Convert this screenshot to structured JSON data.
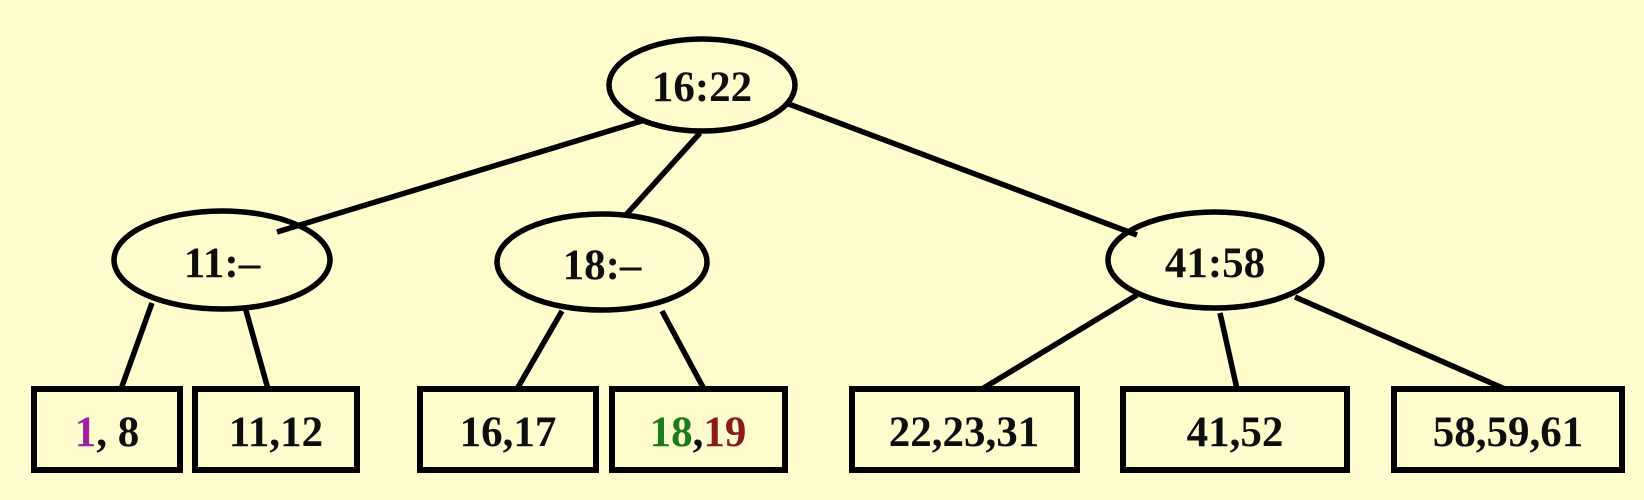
{
  "diagram": {
    "title": "B-tree diagram",
    "background_color": "#FFFCCE",
    "line_color": "#000000"
  },
  "colors": {
    "black": "#0d0d0d",
    "purple": "#A020A0",
    "green": "#1B7B1B",
    "dark_red": "#8B1A1A"
  },
  "internal_nodes": {
    "root": {
      "label": "16:22"
    },
    "left": {
      "label": "11:–"
    },
    "middle": {
      "label": "18:–"
    },
    "right": {
      "label": "41:58"
    }
  },
  "leaves": {
    "leaf1": {
      "part1": "1",
      "part2": ", 8"
    },
    "leaf2": {
      "label": "11,12"
    },
    "leaf3": {
      "label": "16,17"
    },
    "leaf4": {
      "part1": "18",
      "part2": ",",
      "part3": "19"
    },
    "leaf5": {
      "label": "22,23,31"
    },
    "leaf6": {
      "label": "41,52"
    },
    "leaf7": {
      "label": "58,59,61"
    }
  }
}
